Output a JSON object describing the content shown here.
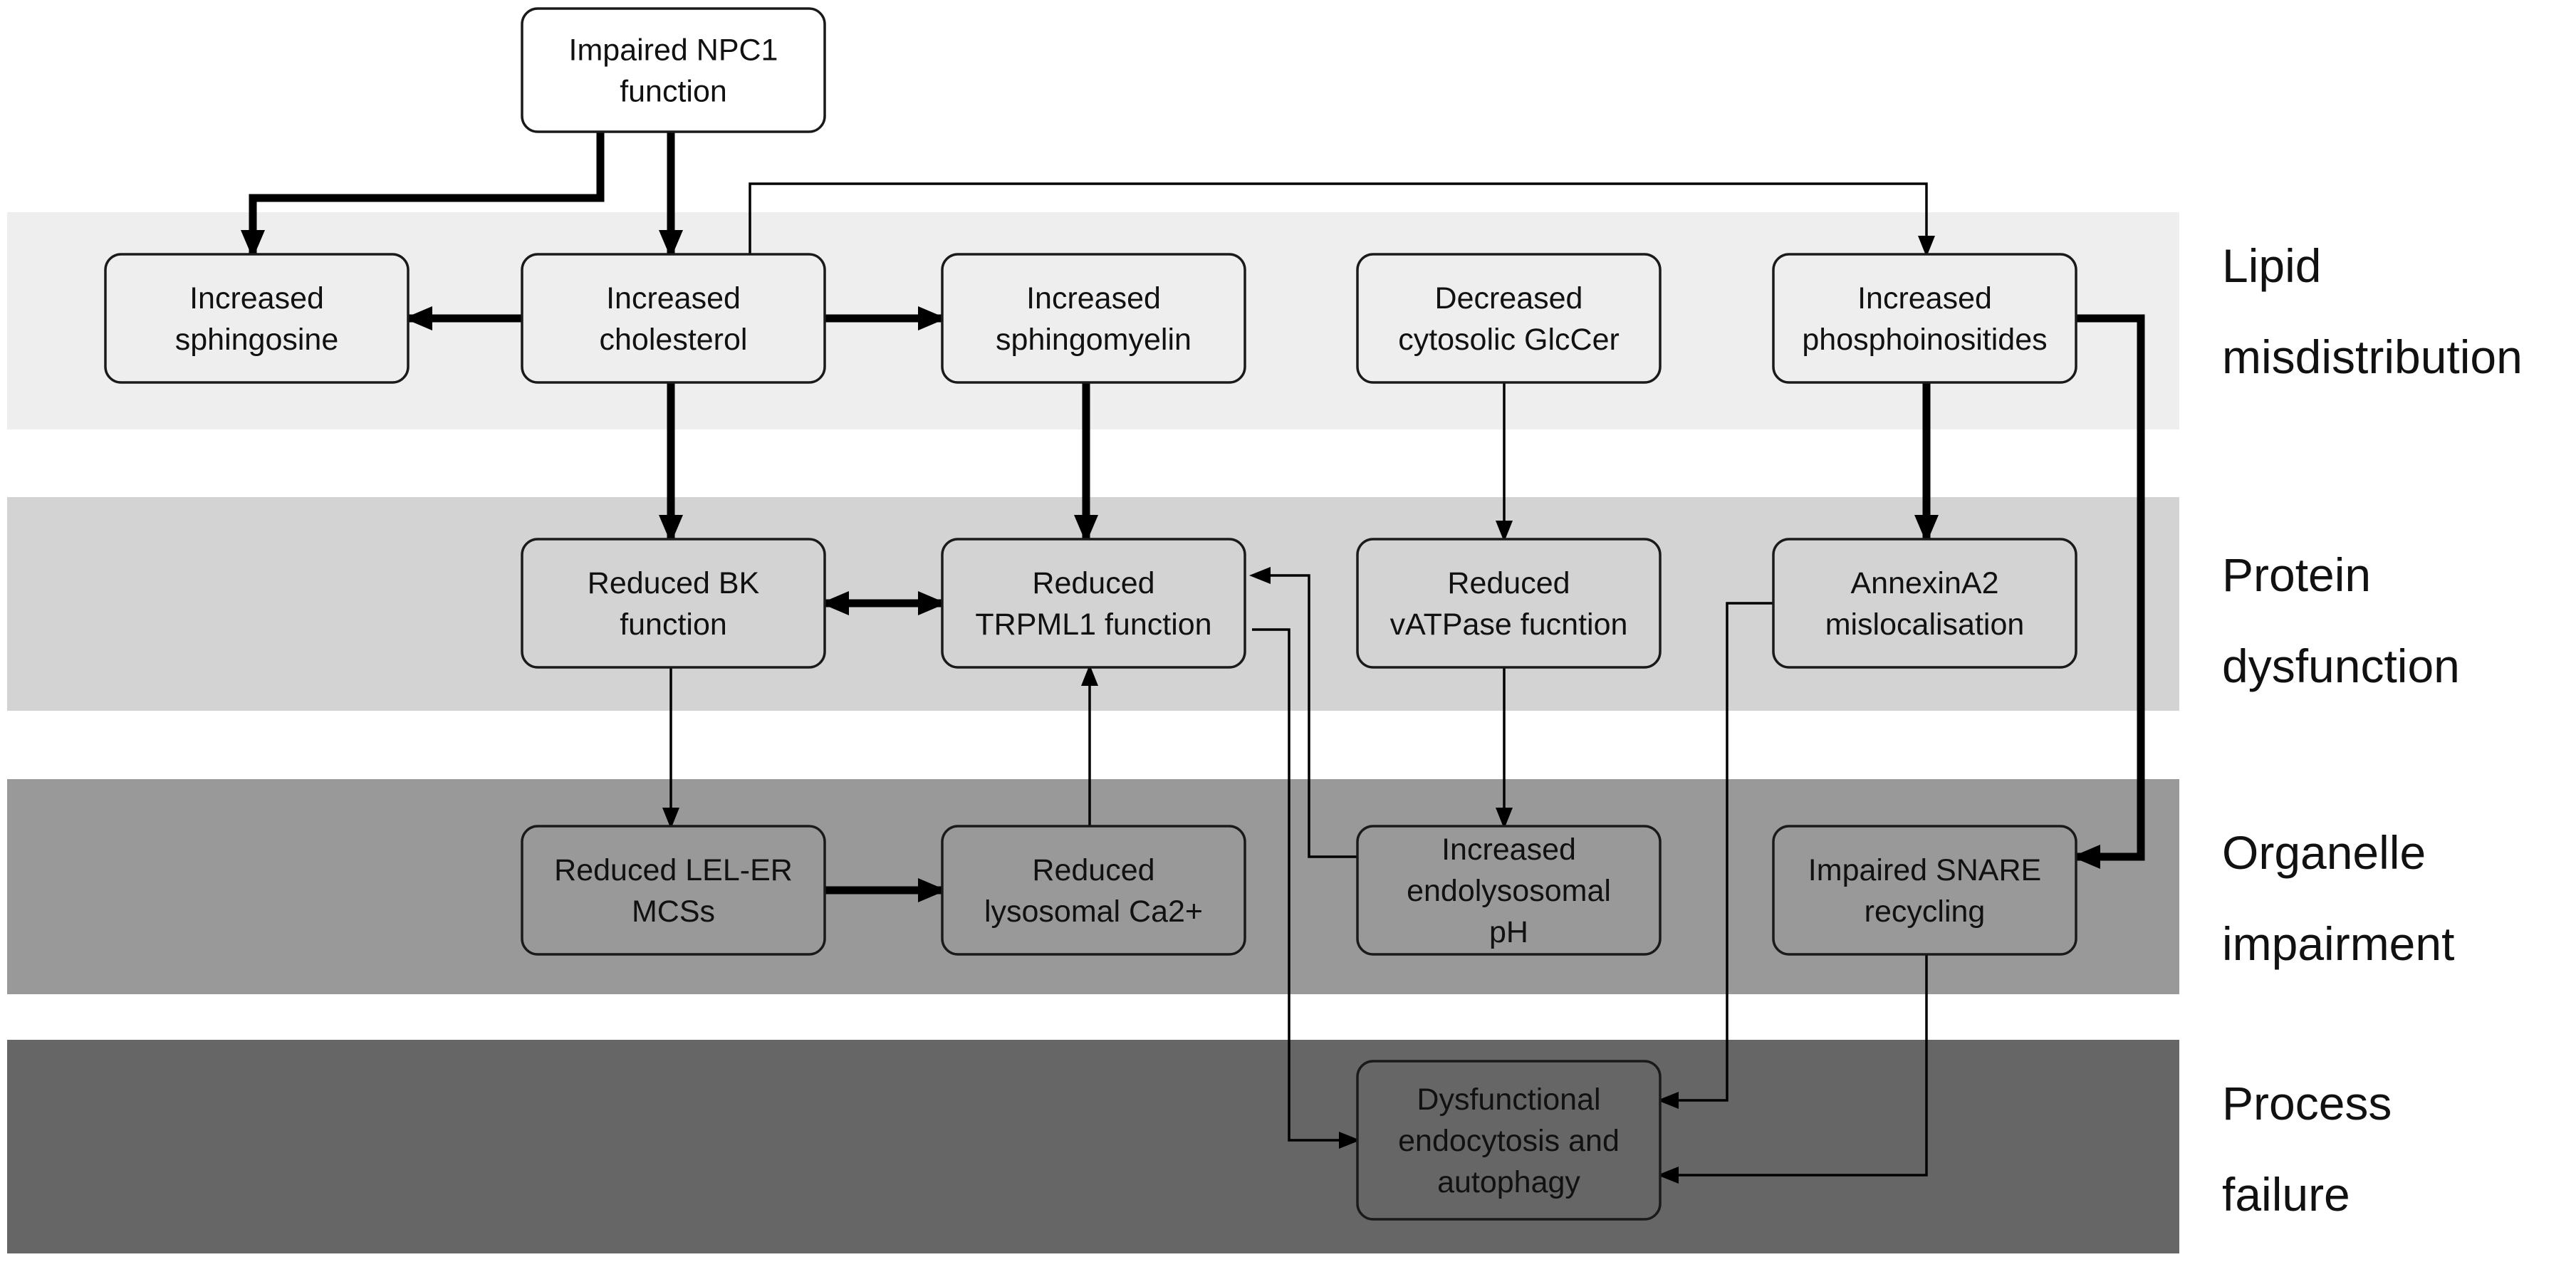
{
  "layers": [
    {
      "id": "lipid",
      "lines": [
        "Lipid",
        "misdistribution"
      ],
      "color": "#eeeeee"
    },
    {
      "id": "protein",
      "lines": [
        "Protein",
        "dysfunction"
      ],
      "color": "#d3d3d3"
    },
    {
      "id": "organelle",
      "lines": [
        "Organelle",
        "impairment"
      ],
      "color": "#999999"
    },
    {
      "id": "process",
      "lines": [
        "Process",
        "failure"
      ],
      "color": "#666666"
    }
  ],
  "nodes": [
    {
      "id": "npc1",
      "lines": [
        "Impaired NPC1",
        "function"
      ],
      "fill": "#ffffff"
    },
    {
      "id": "sphingosine",
      "lines": [
        "Increased",
        "sphingosine"
      ],
      "fill": "#eeeeee"
    },
    {
      "id": "cholesterol",
      "lines": [
        "Increased",
        "cholesterol"
      ],
      "fill": "#eeeeee"
    },
    {
      "id": "sphingomyelin",
      "lines": [
        "Increased",
        "sphingomyelin"
      ],
      "fill": "#eeeeee"
    },
    {
      "id": "glccer",
      "lines": [
        "Decreased",
        "cytosolic GlcCer"
      ],
      "fill": "#eeeeee"
    },
    {
      "id": "phosphoinositides",
      "lines": [
        "Increased",
        "phosphoinositides"
      ],
      "fill": "#eeeeee"
    },
    {
      "id": "bk",
      "lines": [
        "Reduced BK",
        "function"
      ],
      "fill": "#d3d3d3"
    },
    {
      "id": "trpml1",
      "lines": [
        "Reduced",
        "TRPML1 function"
      ],
      "fill": "#d3d3d3"
    },
    {
      "id": "vatpase",
      "lines": [
        "Reduced",
        "vATPase fucntion"
      ],
      "fill": "#d3d3d3"
    },
    {
      "id": "annexin",
      "lines": [
        "AnnexinA2",
        "mislocalisation"
      ],
      "fill": "#d3d3d3"
    },
    {
      "id": "lel_er",
      "lines": [
        "Reduced LEL-ER",
        "MCSs"
      ],
      "fill": "#999999"
    },
    {
      "id": "ca2",
      "lines": [
        "Reduced",
        "lysosomal Ca2+"
      ],
      "fill": "#999999"
    },
    {
      "id": "ph",
      "lines": [
        "Increased",
        "endolysosomal",
        "pH"
      ],
      "fill": "#999999"
    },
    {
      "id": "snare",
      "lines": [
        "Impaired SNARE",
        "recycling"
      ],
      "fill": "#999999"
    },
    {
      "id": "endocytosis",
      "lines": [
        "Dysfunctional",
        "endocytosis and",
        "autophagy"
      ],
      "fill": "#666666"
    }
  ],
  "edges": [
    {
      "from": "npc1",
      "to": "sphingosine",
      "weight": "thick"
    },
    {
      "from": "npc1",
      "to": "cholesterol",
      "weight": "thick"
    },
    {
      "from": "cholesterol",
      "to": "phosphoinositides",
      "weight": "thin"
    },
    {
      "from": "cholesterol",
      "to": "sphingosine",
      "weight": "thick"
    },
    {
      "from": "cholesterol",
      "to": "sphingomyelin",
      "weight": "thick"
    },
    {
      "from": "cholesterol",
      "to": "bk",
      "weight": "thick"
    },
    {
      "from": "sphingomyelin",
      "to": "trpml1",
      "weight": "thick"
    },
    {
      "from": "glccer",
      "to": "vatpase",
      "weight": "thin"
    },
    {
      "from": "phosphoinositides",
      "to": "annexin",
      "weight": "thick"
    },
    {
      "from": "phosphoinositides",
      "to": "snare",
      "weight": "thick"
    },
    {
      "from": "bk",
      "to": "trpml1",
      "weight": "thick",
      "bidirectional": true
    },
    {
      "from": "bk",
      "to": "lel_er",
      "weight": "thin"
    },
    {
      "from": "lel_er",
      "to": "ca2",
      "weight": "thick"
    },
    {
      "from": "ca2",
      "to": "trpml1",
      "weight": "thin"
    },
    {
      "from": "vatpase",
      "to": "ph",
      "weight": "thin"
    },
    {
      "from": "ph",
      "to": "trpml1",
      "weight": "thin"
    },
    {
      "from": "trpml1",
      "to": "endocytosis",
      "weight": "thin"
    },
    {
      "from": "annexin",
      "to": "endocytosis",
      "weight": "thin"
    },
    {
      "from": "snare",
      "to": "endocytosis",
      "weight": "thin"
    }
  ]
}
